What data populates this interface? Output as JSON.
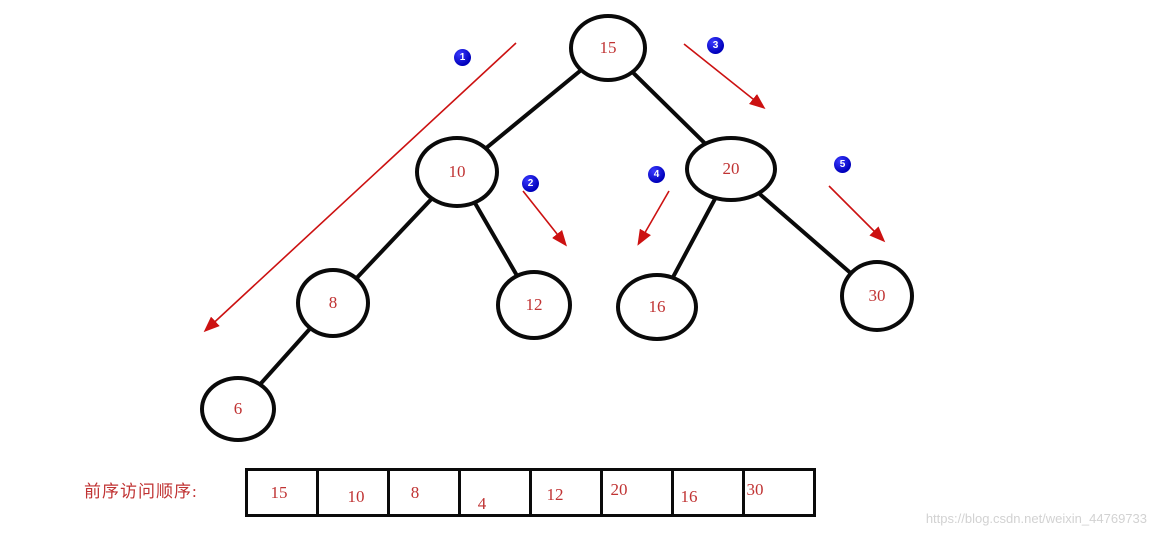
{
  "colors": {
    "node_border": "#0a0a0a",
    "node_text": "#c03333",
    "edge": "#0a0a0a",
    "arrow": "#cc1111",
    "badge_bg": "#0000bb",
    "badge_text": "#ffffff",
    "sequence_text": "#c03333",
    "watermark_text": "#d2d2d2"
  },
  "tree": {
    "nodes": [
      {
        "id": "15",
        "label": "15"
      },
      {
        "id": "10",
        "label": "10"
      },
      {
        "id": "20",
        "label": "20"
      },
      {
        "id": "8",
        "label": "8"
      },
      {
        "id": "12",
        "label": "12"
      },
      {
        "id": "16",
        "label": "16"
      },
      {
        "id": "30",
        "label": "30"
      },
      {
        "id": "6",
        "label": "6"
      }
    ],
    "edges": [
      [
        "15",
        "10"
      ],
      [
        "15",
        "20"
      ],
      [
        "10",
        "8"
      ],
      [
        "10",
        "12"
      ],
      [
        "20",
        "16"
      ],
      [
        "20",
        "30"
      ],
      [
        "8",
        "6"
      ]
    ]
  },
  "badges": [
    "1",
    "2",
    "3",
    "4",
    "5"
  ],
  "sequence": {
    "label": "前序访问顺序:",
    "values": [
      "15",
      "10",
      "8",
      "4",
      "12",
      "20",
      "16",
      "30"
    ]
  },
  "watermark": "https://blog.csdn.net/weixin_44769733"
}
